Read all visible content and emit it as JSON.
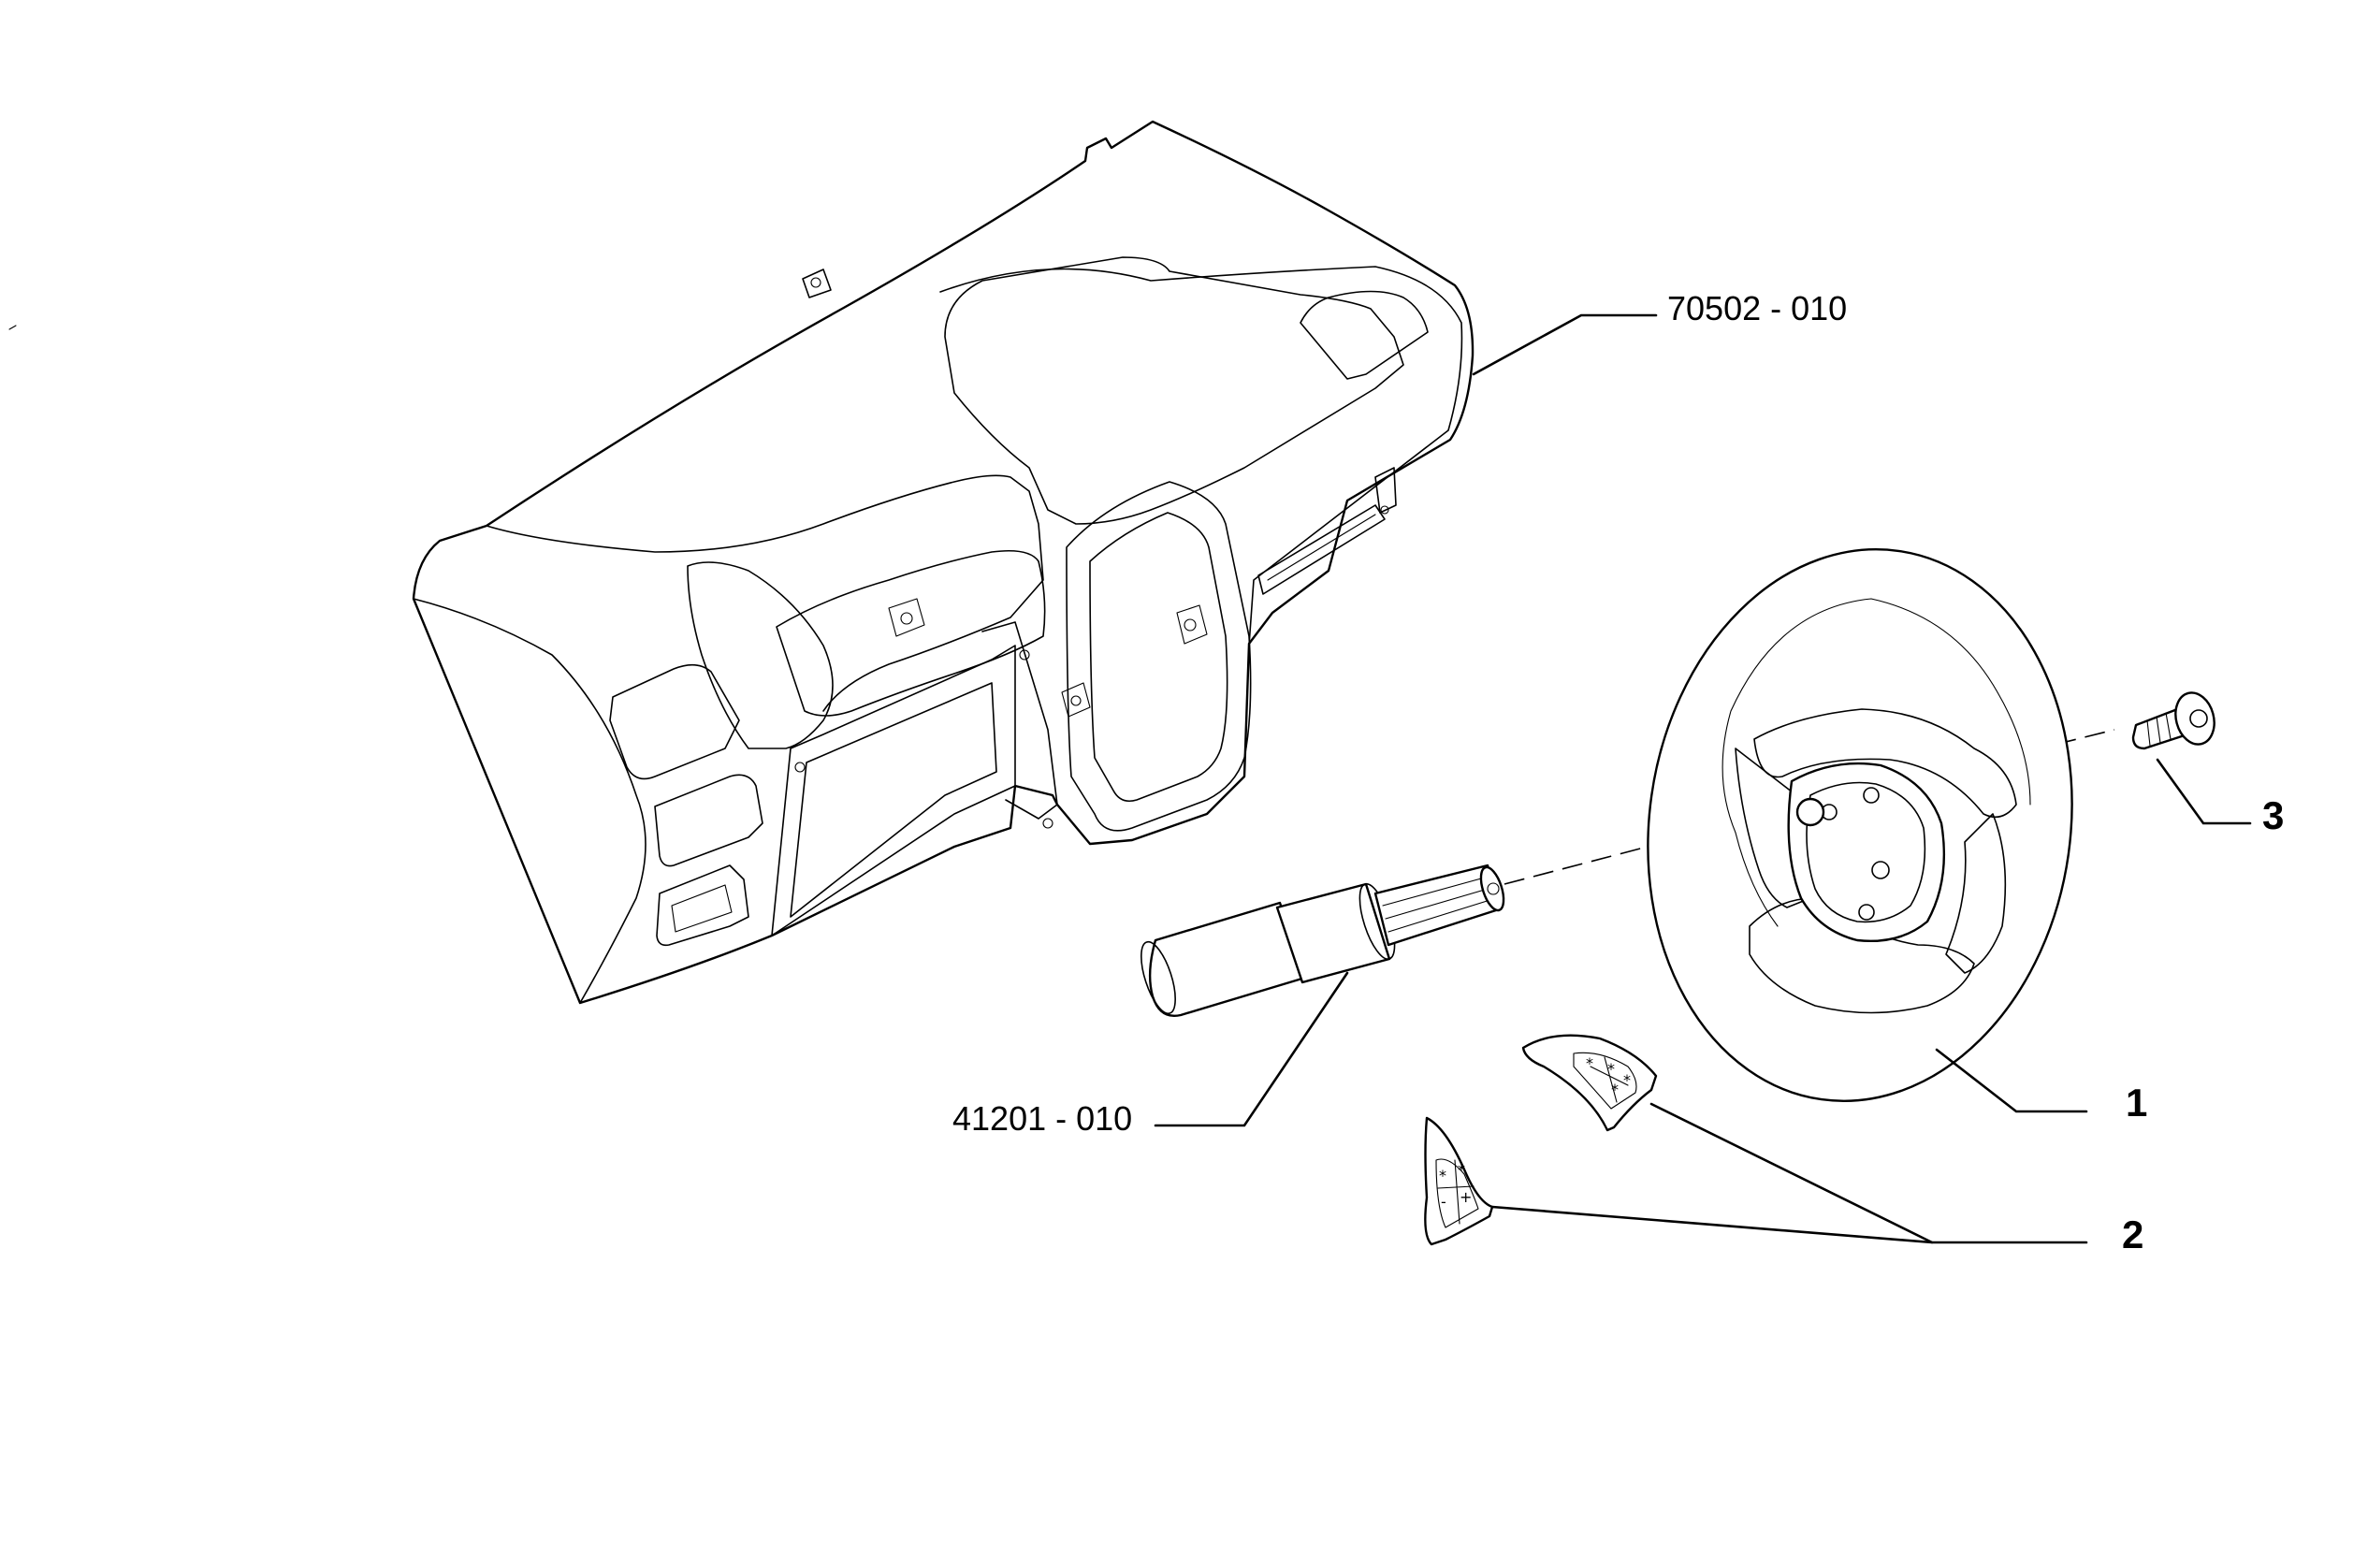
{
  "diagram": {
    "ref_labels": {
      "dashboard": "70502 - 010",
      "steering_column": "41201 - 010"
    },
    "part_numbers": {
      "steering_wheel": "1",
      "control_buttons": "2",
      "screw": "3"
    },
    "button_glyphs": {
      "star": "*",
      "minus": "-",
      "plus": "+"
    },
    "colors": {
      "line": "#000000",
      "background": "#ffffff"
    }
  }
}
